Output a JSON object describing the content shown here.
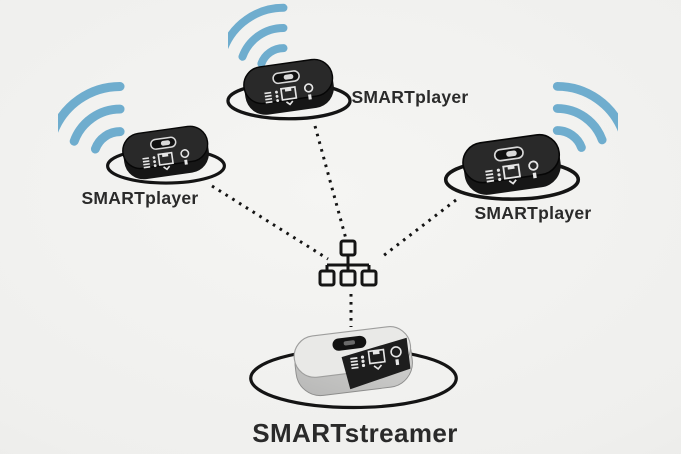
{
  "theme": {
    "background_center": "#f5f5f3",
    "background_edge": "#e1e1df",
    "wifi_color": "#6fadce",
    "outline_color": "#141414",
    "label_color": "#2a2a2a"
  },
  "nodes": {
    "player_left": {
      "label": "SMARTplayer"
    },
    "player_top": {
      "label": "SMARTplayer"
    },
    "player_right": {
      "label": "SMARTplayer"
    },
    "streamer": {
      "label": "SMARTstreamer"
    }
  },
  "connections": [
    {
      "from": "player_left",
      "to": "hub",
      "style": "dotted"
    },
    {
      "from": "player_top",
      "to": "hub",
      "style": "dotted"
    },
    {
      "from": "player_right",
      "to": "hub",
      "style": "dotted"
    },
    {
      "from": "hub",
      "to": "streamer",
      "style": "dotted"
    }
  ],
  "icons": {
    "hub": "network-topology-icon",
    "wifi": "wifi-signal-icon",
    "player_device": "smartplayer-device-icon",
    "streamer_device": "smartstreamer-device-icon"
  }
}
